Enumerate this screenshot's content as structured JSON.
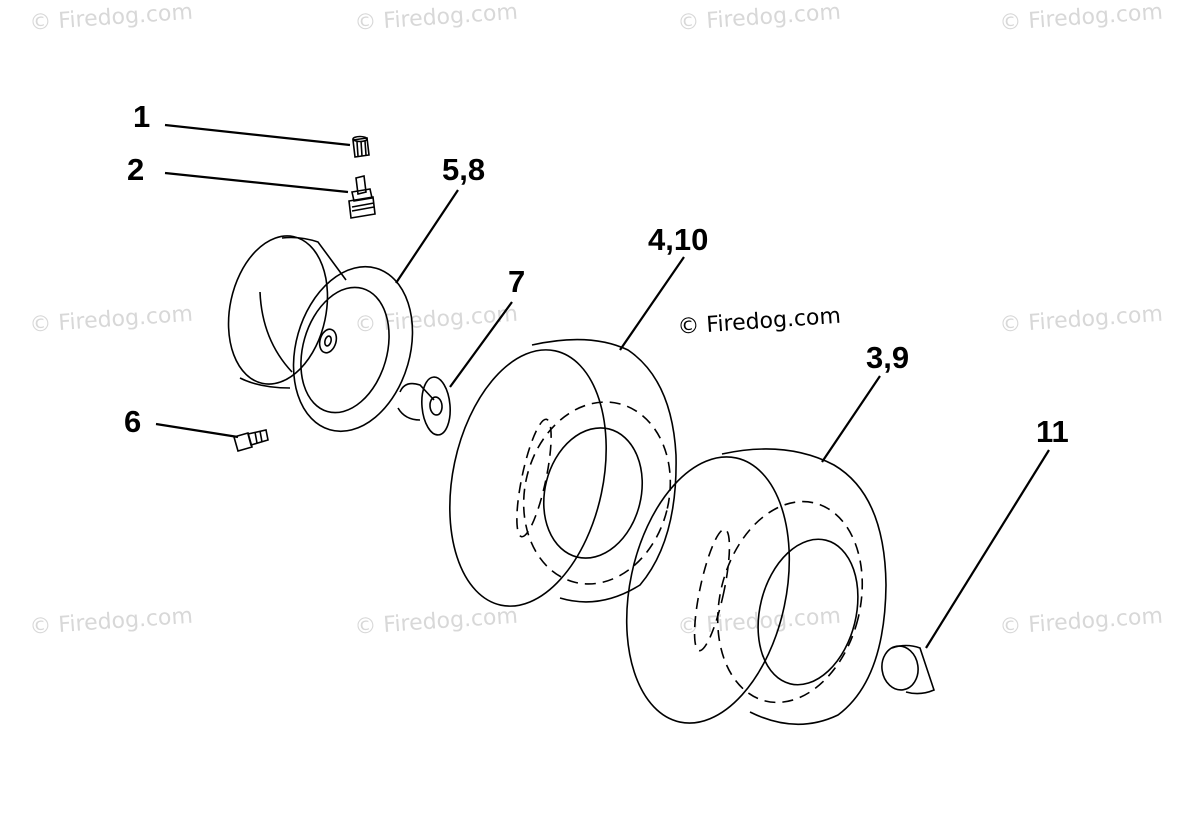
{
  "watermark": {
    "text": "© Firedog.com",
    "color": "#d8d8d8"
  },
  "copyright": "© Firedog.com",
  "callouts": [
    {
      "id": "c1",
      "label": "1"
    },
    {
      "id": "c2",
      "label": "2"
    },
    {
      "id": "c58",
      "label": "5,8"
    },
    {
      "id": "c7",
      "label": "7"
    },
    {
      "id": "c410",
      "label": "4,10"
    },
    {
      "id": "c39",
      "label": "3,9"
    },
    {
      "id": "c6",
      "label": "6"
    },
    {
      "id": "c11",
      "label": "11"
    }
  ]
}
